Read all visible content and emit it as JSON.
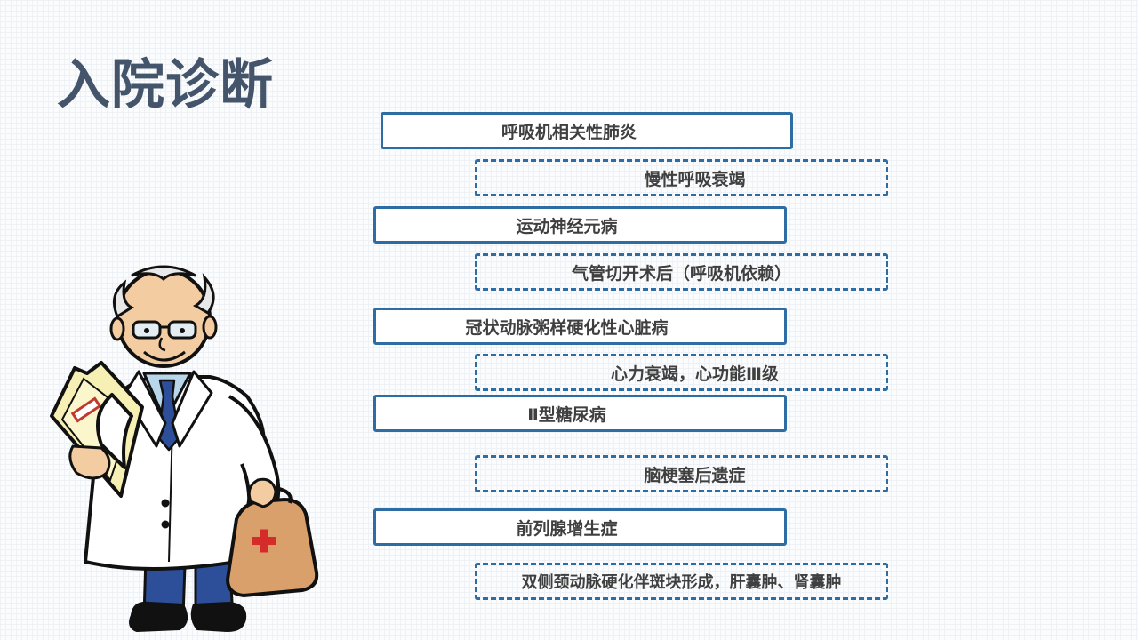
{
  "page": {
    "title": "入院诊断"
  },
  "diagnoses": [
    {
      "label": "呼吸机相关性肺炎",
      "style": "solid"
    },
    {
      "label": "慢性呼吸衰竭",
      "style": "dashed"
    },
    {
      "label": "运动神经元病",
      "style": "solid"
    },
    {
      "label": "气管切开术后（呼吸机依赖）",
      "style": "dashed"
    },
    {
      "label": "冠状动脉粥样硬化性心脏病",
      "style": "solid"
    },
    {
      "label": "心力衰竭，心功能Ⅲ级",
      "style": "dashed"
    },
    {
      "label": "Ⅱ型糖尿病",
      "style": "solid"
    },
    {
      "label": "脑梗塞后遗症",
      "style": "dashed"
    },
    {
      "label": "前列腺增生症",
      "style": "solid"
    },
    {
      "label": "双侧颈动脉硬化伴斑块形成，肝囊肿、肾囊肿",
      "style": "dashed"
    }
  ],
  "colors": {
    "title": "#44546a",
    "box_border": "#2e6da4",
    "box_text": "#3f3f3f"
  },
  "illustration": {
    "icon": "doctor-with-medical-bag-icon"
  }
}
